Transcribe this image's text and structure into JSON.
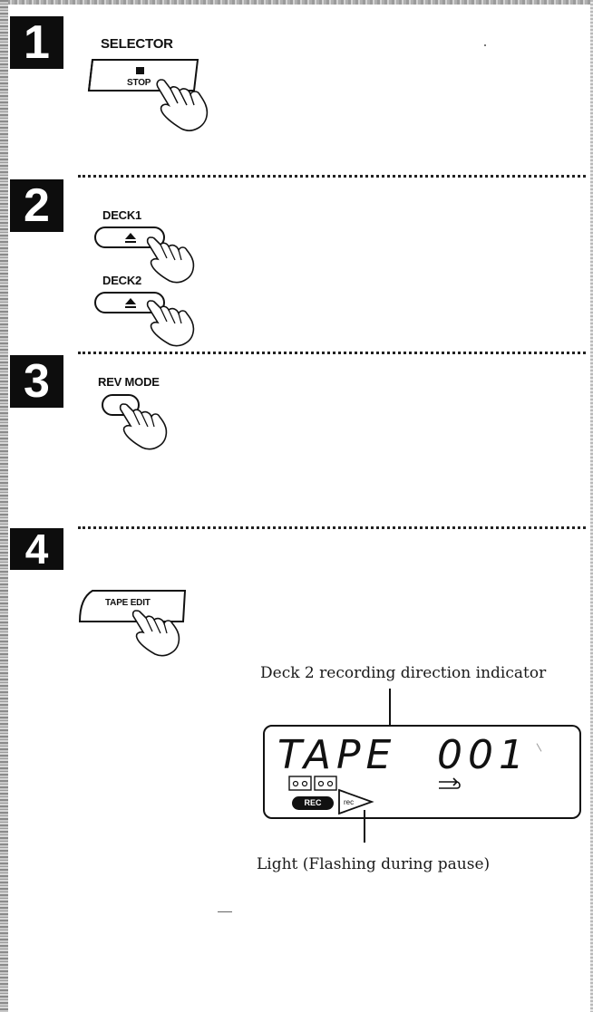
{
  "steps": [
    {
      "number": "1",
      "button": {
        "label": "SELECTOR",
        "sub_label": "STOP"
      }
    },
    {
      "number": "2",
      "buttons": [
        {
          "label": "DECK1"
        },
        {
          "label": "DECK2"
        }
      ]
    },
    {
      "number": "3",
      "button": {
        "label": "REV MODE"
      }
    },
    {
      "number": "4",
      "button": {
        "label": "TAPE EDIT"
      }
    }
  ],
  "display": {
    "text_left": "TAPE",
    "text_right": "001",
    "rec_indicator": "REC",
    "direction_badge": "rec"
  },
  "captions": {
    "top": "Deck 2 recording direction indicator",
    "bottom": "Light (Flashing during pause)"
  },
  "colors": {
    "ink": "#111111",
    "badge": "#0d0d0d",
    "paper": "#ffffff"
  },
  "icons": [
    "stop-square-icon",
    "eject-icon",
    "pointing-hand-icon",
    "reverse-arrow-icon"
  ]
}
